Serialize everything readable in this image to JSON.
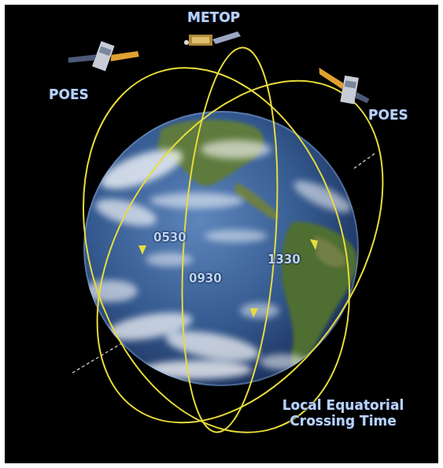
{
  "diagram": {
    "labels": [
      "METOP",
      "POES",
      "POES",
      "0530",
      "0930",
      "1330",
      "Local Equatorial Crossing Time"
    ]
  }
}
